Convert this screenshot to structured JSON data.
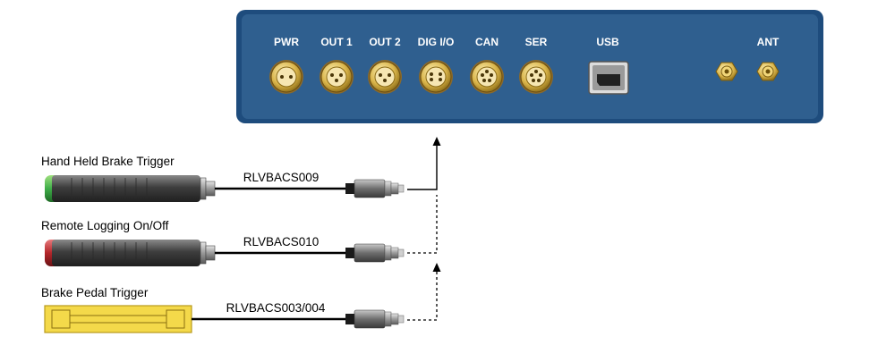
{
  "panel": {
    "ports": [
      "PWR",
      "OUT 1",
      "OUT 2",
      "DIG I/O",
      "CAN",
      "SER"
    ],
    "usb_label": "USB",
    "ant_label": "ANT"
  },
  "devices": [
    {
      "label": "Hand Held Brake Trigger",
      "cable": "RLVBACS009",
      "tip_color": "#3fae49",
      "connection": "solid"
    },
    {
      "label": "Remote Logging On/Off",
      "cable": "RLVBACS010",
      "tip_color": "#b3262a",
      "connection": "dashed"
    },
    {
      "label": "Brake Pedal Trigger",
      "cable": "RLVBACS003/004",
      "connection": "dashed"
    }
  ],
  "colors": {
    "panel_fill": "#2f5f8f",
    "panel_border": "#1e4c7d",
    "port_text": "#ffffff",
    "connector_gold": "#d9b44a",
    "pedal_yellow": "#f4d94a"
  }
}
